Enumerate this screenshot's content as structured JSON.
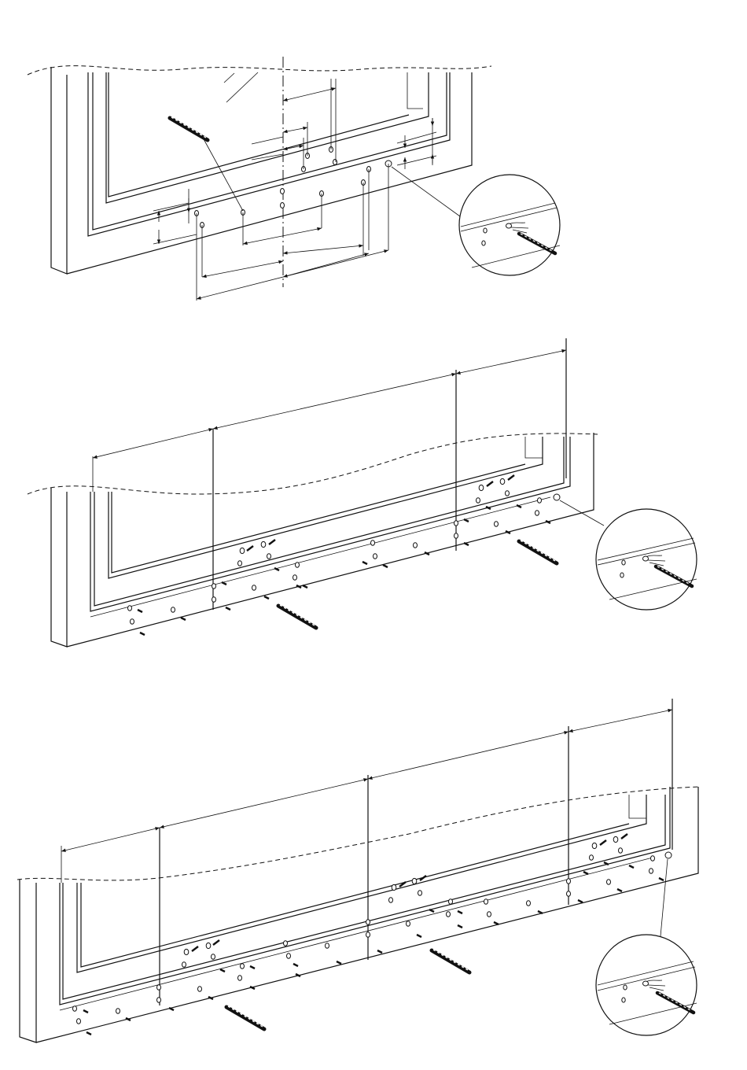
{
  "figures": [
    {
      "id": "fig-1",
      "hole_rows": 2,
      "detail_inset": true
    },
    {
      "id": "fig-2",
      "hole_rows": 3,
      "detail_inset": true
    },
    {
      "id": "fig-3",
      "hole_rows": 3,
      "detail_inset": true
    }
  ],
  "icons": [
    "drill-bit-icon",
    "screw-icon",
    "magnifier-detail-icon"
  ]
}
